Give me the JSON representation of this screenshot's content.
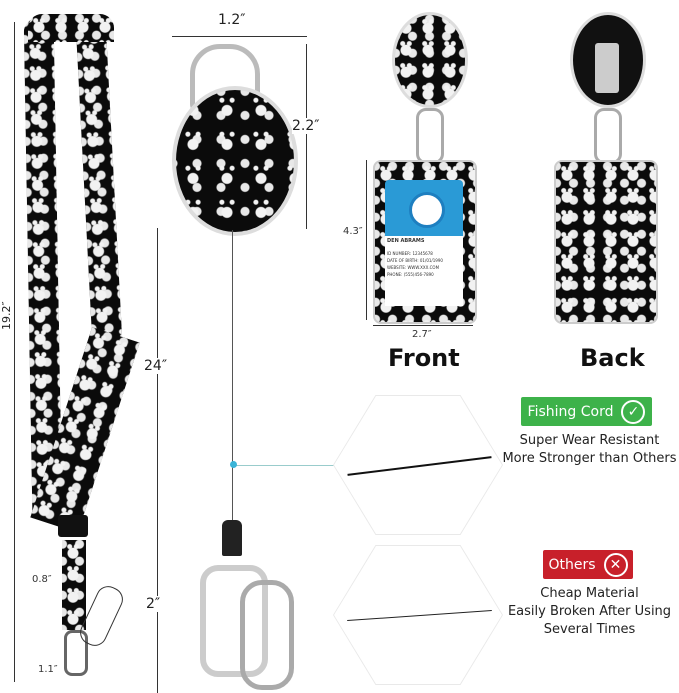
{
  "dimensions": {
    "lanyard_length": "19.2″",
    "lanyard_width": "0.8″",
    "clip_width": "1.1″",
    "reel_width": "1.2″",
    "reel_height": "2.2″",
    "cord_length": "24″",
    "clip_length": "2″",
    "card_height": "4.3″",
    "card_width": "2.7″"
  },
  "views": {
    "front": "Front",
    "back": "Back"
  },
  "id_card": {
    "name": "DEN ABRAMS",
    "fields": [
      "ID NUMBER: 12345678",
      "DATE OF BIRTH: 01/01/1990",
      "WEBSITE: WWW.XXX.COM",
      "PHONE: (555)456-7890"
    ],
    "accent": "#2a9ad6"
  },
  "comparison": {
    "good": {
      "badge": "Fishing Cord",
      "icon": "check-circle-icon",
      "color": "#3db24a",
      "lines": [
        "Super Wear Resistant",
        "More Stronger than Others"
      ]
    },
    "bad": {
      "badge": "Others",
      "icon": "x-circle-icon",
      "color": "#c8202a",
      "lines": [
        "Cheap Material",
        "Easily Broken After Using",
        "Several Times"
      ]
    }
  }
}
